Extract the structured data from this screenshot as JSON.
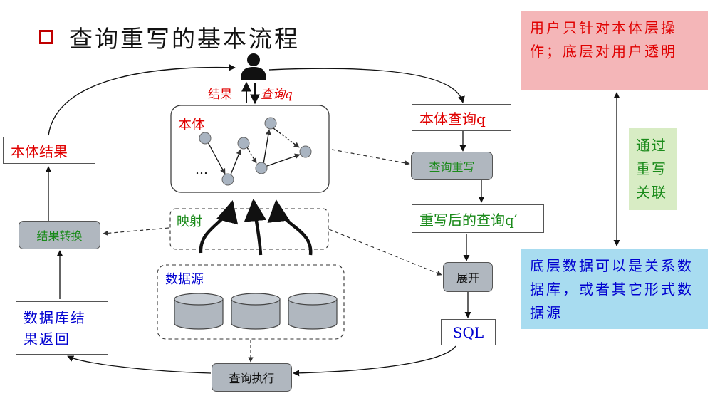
{
  "title": "查询重写的基本流程",
  "user_icon": "user-icon",
  "labels": {
    "result_up": "结果",
    "query_down": "查询q",
    "ontology": "本体",
    "mapping": "映射",
    "data_source": "数据源",
    "ellipsis": "…"
  },
  "boxes": {
    "ontology_result": "本体结果",
    "result_conversion": "结果转换",
    "db_result_return": "数据库结果返回",
    "ontology_query": "本体查询q",
    "query_rewrite": "查询重写",
    "rewritten_query": "重写后的查询q′",
    "expand": "展开",
    "sql": "SQL",
    "query_execution": "查询执行"
  },
  "notes": {
    "top": "用户只针对本体层操作；底层对用户透明",
    "middle": "通过重写关联",
    "bottom": "底层数据可以是关系数据库，或者其它形式数据源"
  },
  "colors": {
    "red_text": "#e00000",
    "green_text": "#1a8a1a",
    "blue_text": "#0000d0",
    "gray_box": "#b0b7bf",
    "pink_note": "#f4b6b8",
    "green_note": "#d8ecc4",
    "blue_note": "#a8dcf0",
    "title_square": "#c00000"
  }
}
